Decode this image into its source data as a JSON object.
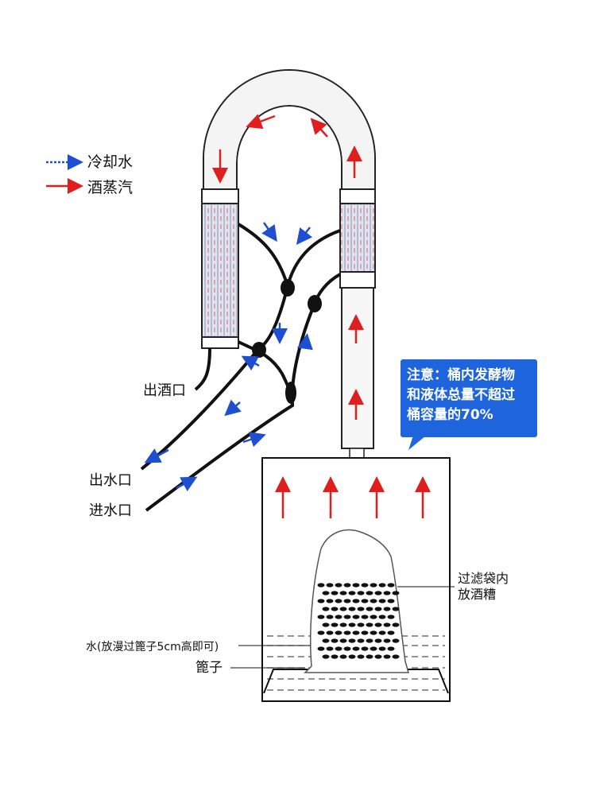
{
  "legend": {
    "cooling_water": {
      "label": "冷却水",
      "color": "#1f4fd1"
    },
    "alcohol_vapor": {
      "label": "酒蒸汽",
      "color": "#e01e1e"
    }
  },
  "labels": {
    "alcohol_outlet": "出酒口",
    "water_outlet": "出水口",
    "water_inlet": "进水口",
    "filter_bag": [
      "过滤袋内",
      "放酒糟"
    ],
    "water_level": "水(放漫过篦子5cm高即可)",
    "grate": "篦子"
  },
  "note": {
    "lines": [
      "注意：桶内发酵物",
      "和液体总量不超过",
      "桶容量的70%"
    ],
    "background": "#1e64dc"
  }
}
